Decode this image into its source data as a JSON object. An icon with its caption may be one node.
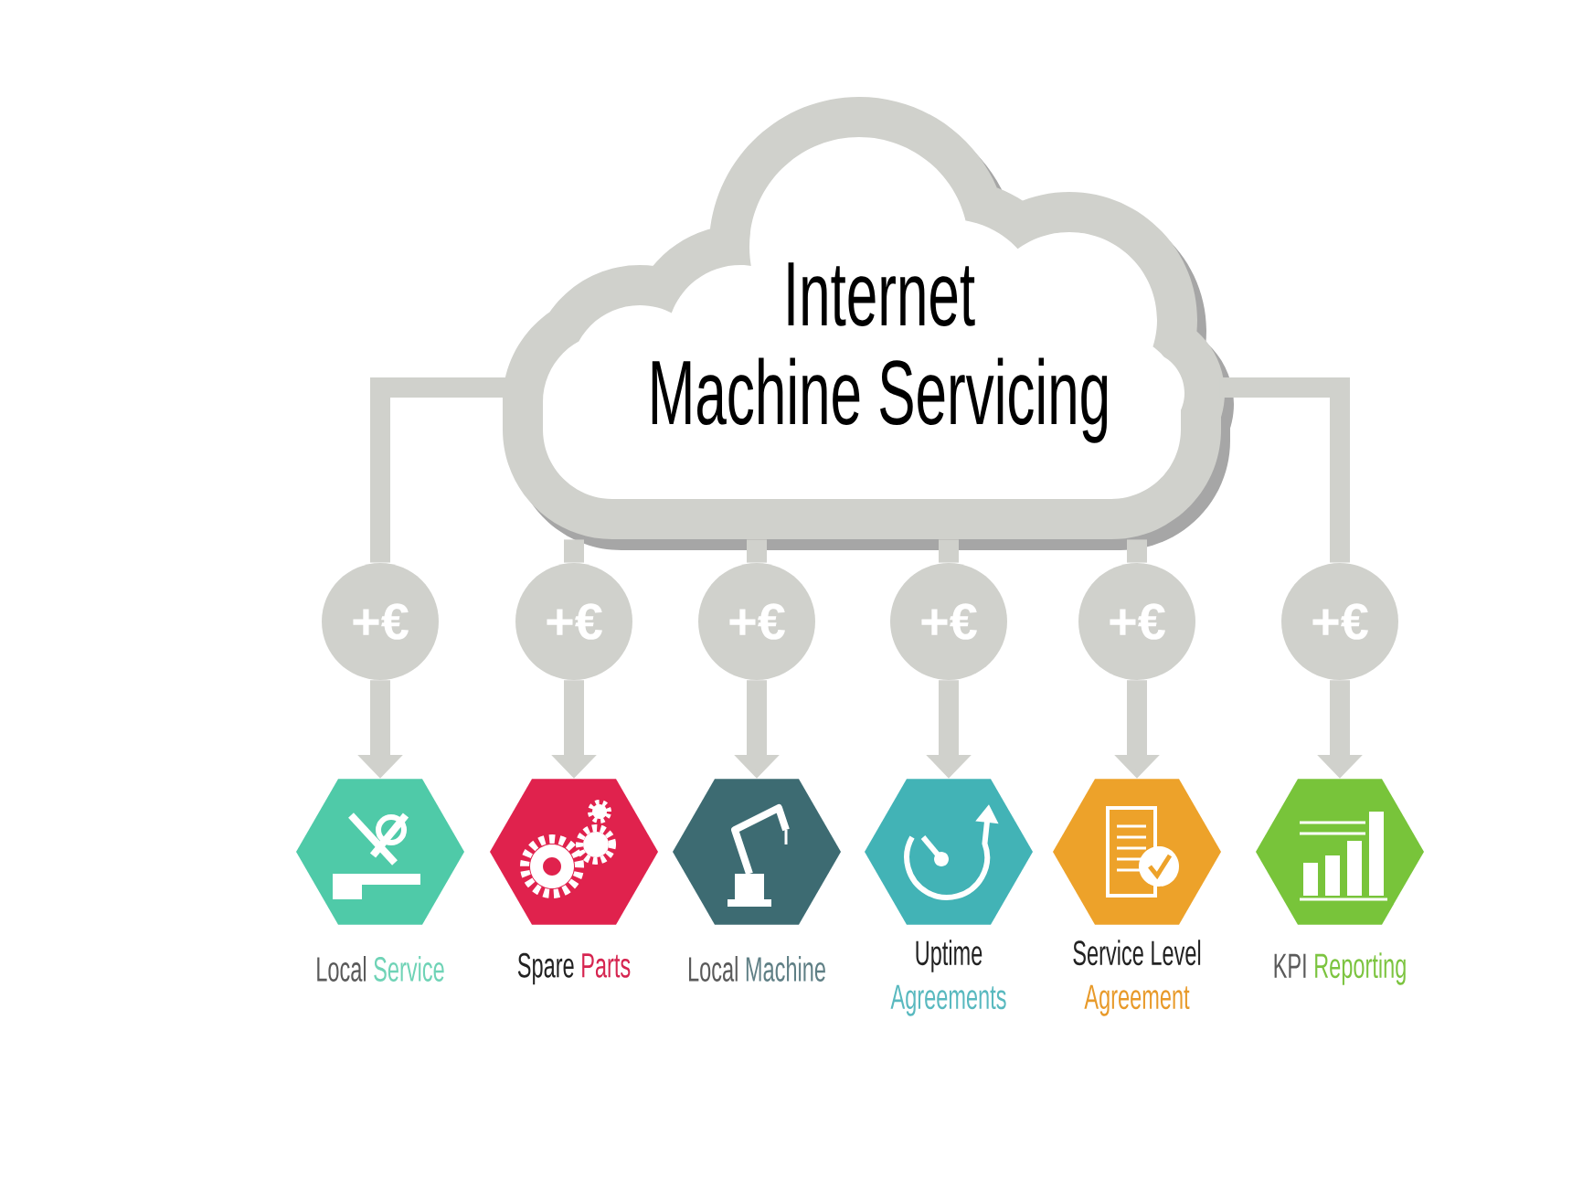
{
  "diagram": {
    "nodes": [
      {
        "text": [
          "Internet Machine Servicing"
        ]
      },
      {
        "text": [
          "+€"
        ]
      },
      {
        "text": [
          "+€"
        ]
      },
      {
        "text": [
          "+€"
        ]
      },
      {
        "text": [
          "+€"
        ]
      },
      {
        "text": [
          "+€"
        ]
      },
      {
        "text": [
          "+€"
        ]
      },
      {
        "text": [],
        "shape": "hexagon",
        "beside": [
          "Local",
          "Service"
        ]
      },
      {
        "text": [],
        "shape": "hexagon",
        "beside": [
          "Spare",
          "Parts"
        ]
      },
      {
        "text": [],
        "shape": "hexagon",
        "beside": [
          "Local",
          "Machine"
        ]
      },
      {
        "text": [],
        "shape": "hexagon",
        "beside": [
          "Uptime",
          "Agreements"
        ]
      },
      {
        "text": [],
        "shape": "hexagon",
        "beside": [
          "Service Level",
          "Agreement"
        ]
      },
      {
        "text": [],
        "shape": "hexagon",
        "beside": [
          "KPI",
          "Reporting"
        ]
      }
    ],
    "edges": [
      {
        "from": 0,
        "to": 1,
        "arrow": "none"
      },
      {
        "from": 0,
        "to": 2,
        "arrow": "none"
      },
      {
        "from": 0,
        "to": 3,
        "arrow": "none"
      },
      {
        "from": 0,
        "to": 4,
        "arrow": "none"
      },
      {
        "from": 0,
        "to": 5,
        "arrow": "none"
      },
      {
        "from": 0,
        "to": 6,
        "arrow": "none"
      },
      {
        "from": 1,
        "to": 7,
        "arrow": "to"
      },
      {
        "from": 2,
        "to": 8,
        "arrow": "to"
      },
      {
        "from": 3,
        "to": 9,
        "arrow": "to"
      },
      {
        "from": 4,
        "to": 10,
        "arrow": "to"
      },
      {
        "from": 5,
        "to": 11,
        "arrow": "to"
      },
      {
        "from": 6,
        "to": 12,
        "arrow": "to"
      }
    ]
  }
}
